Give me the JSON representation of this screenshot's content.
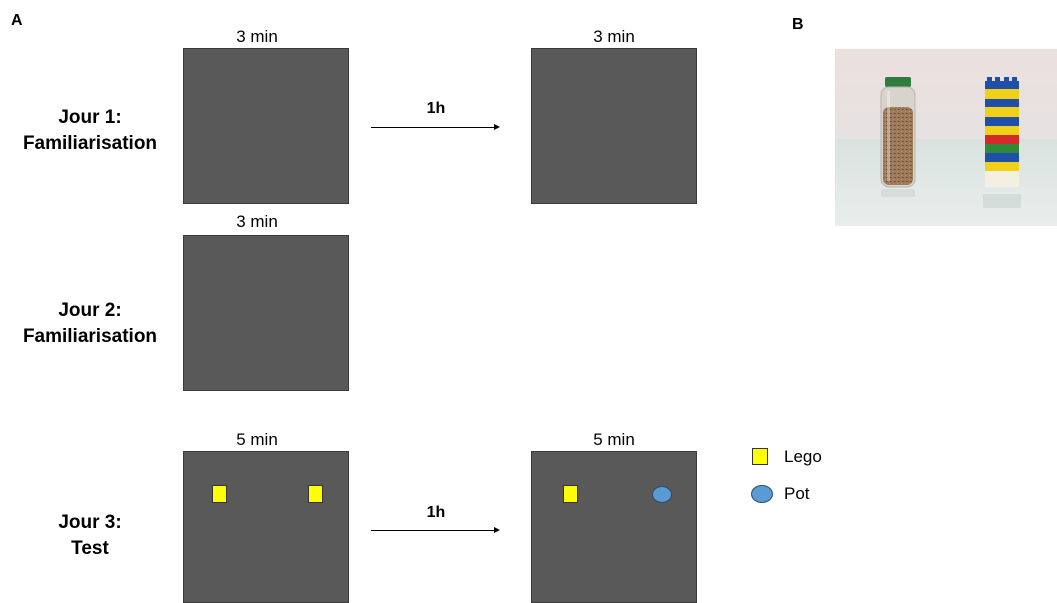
{
  "panels": {
    "a": "A",
    "b": "B"
  },
  "days": [
    {
      "line1": "Jour 1:",
      "line2": "Familiarisation"
    },
    {
      "line1": "Jour 2:",
      "line2": "Familiarisation"
    },
    {
      "line1": "Jour 3:",
      "line2": "Test"
    }
  ],
  "durations": {
    "day1_session1": "3 min",
    "day1_session2": "3 min",
    "day2_session1": "3 min",
    "day3_session1": "5 min",
    "day3_session2": "5 min"
  },
  "delays": {
    "day1": "1h",
    "day3": "1h"
  },
  "legend": {
    "lego": "Lego",
    "pot": "Pot"
  },
  "colors": {
    "arena": "#595959",
    "lego": "#ffff00",
    "pot": "#5b9bd5"
  }
}
